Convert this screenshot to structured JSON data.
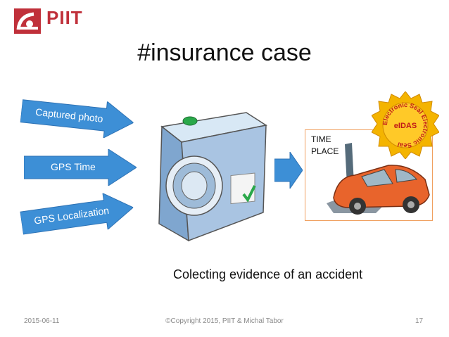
{
  "logo": {
    "text": "PIIT"
  },
  "slide": {
    "title": "#insurance case",
    "caption": "Colecting evidence of an accident"
  },
  "inputs": [
    {
      "label": "Captured photo"
    },
    {
      "label": "GPS Time"
    },
    {
      "label": "GPS Localization"
    }
  ],
  "photo": {
    "time_label": "TIME",
    "place_label": "PLACE"
  },
  "seal": {
    "center_text": "eIDAS",
    "ring_text": "Electronic Seal Electronic Seal"
  },
  "footer": {
    "date": "2015-06-11",
    "copyright": "©Copyright 2015, PIIT & Michal Tabor",
    "page": "17"
  },
  "colors": {
    "accent": "#c0303a",
    "arrow": "#3d8fd6",
    "camera_body": "#8fb3d9",
    "car": "#e8642c",
    "seal": "#f4b400"
  }
}
